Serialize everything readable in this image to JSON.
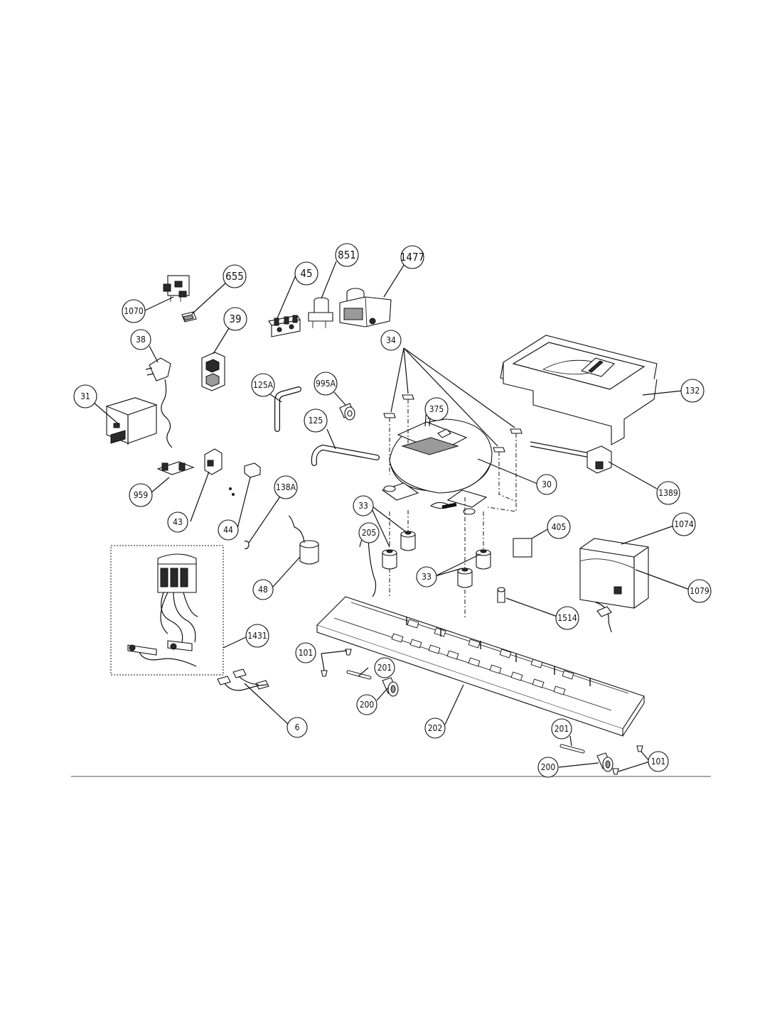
{
  "callouts": {
    "c1070": "1070",
    "c655": "655",
    "c45": "45",
    "c851": "851",
    "c1477": "1477",
    "c38": "38",
    "c39": "39",
    "c31": "31",
    "c125A": "125A",
    "c995A": "995A",
    "c34": "34",
    "c132": "132",
    "c375": "375",
    "c125": "125",
    "c30": "30",
    "c1389": "1389",
    "c959": "959",
    "c43": "43",
    "c44": "44",
    "c138A": "138A",
    "c33a": "33",
    "c205": "205",
    "c405": "405",
    "c1074": "1074",
    "c48": "48",
    "c33b": "33",
    "c1079": "1079",
    "c1514": "1514",
    "c1431": "1431",
    "c101a": "101",
    "c201a": "201",
    "c200a": "200",
    "c202": "202",
    "c6": "6",
    "c201b": "201",
    "c200b": "200",
    "c101b": "101"
  }
}
